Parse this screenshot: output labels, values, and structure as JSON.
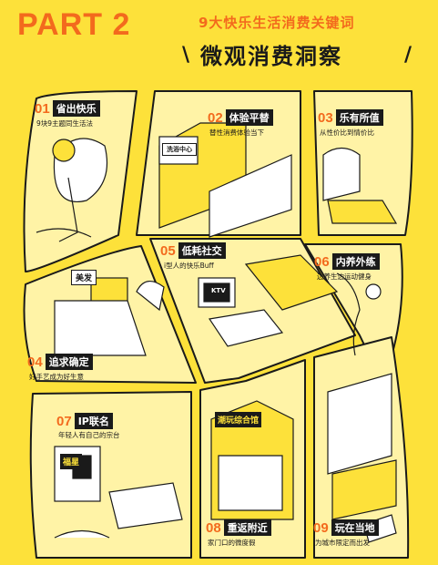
{
  "header": {
    "part_label": "PART 2",
    "subtitle": "9大快乐生活消费关键词",
    "title": "微观消费洞察"
  },
  "sections": [
    {
      "num": "01",
      "label": "省出快乐",
      "desc": "9块9主题同生活法"
    },
    {
      "num": "02",
      "label": "体验平替",
      "desc": "替性消费体验当下"
    },
    {
      "num": "03",
      "label": "乐有所值",
      "desc": "从性价比到情价比"
    },
    {
      "num": "04",
      "label": "追求确定",
      "desc": "好手艺成为好生意"
    },
    {
      "num": "05",
      "label": "低耗社交",
      "desc": "i型人的快乐Buff"
    },
    {
      "num": "06",
      "label": "内养外练",
      "desc": "边养生边运动健身"
    },
    {
      "num": "07",
      "label": "IP联名",
      "desc": "年轻人有自己的宗台"
    },
    {
      "num": "08",
      "label": "重返附近",
      "desc": "家门口的微度假"
    },
    {
      "num": "09",
      "label": "玩在当地",
      "desc": "为城市限定而出发"
    }
  ],
  "scene_signs": {
    "haircut": "美发",
    "bath": "洗浴中心",
    "shop": "潮玩综合馆",
    "ip": "福星",
    "tv": "KTV"
  },
  "colors": {
    "background": "#fde13a",
    "accent": "#f36a1d",
    "ink": "#1a1a1a",
    "panel": "#fff3a6"
  }
}
